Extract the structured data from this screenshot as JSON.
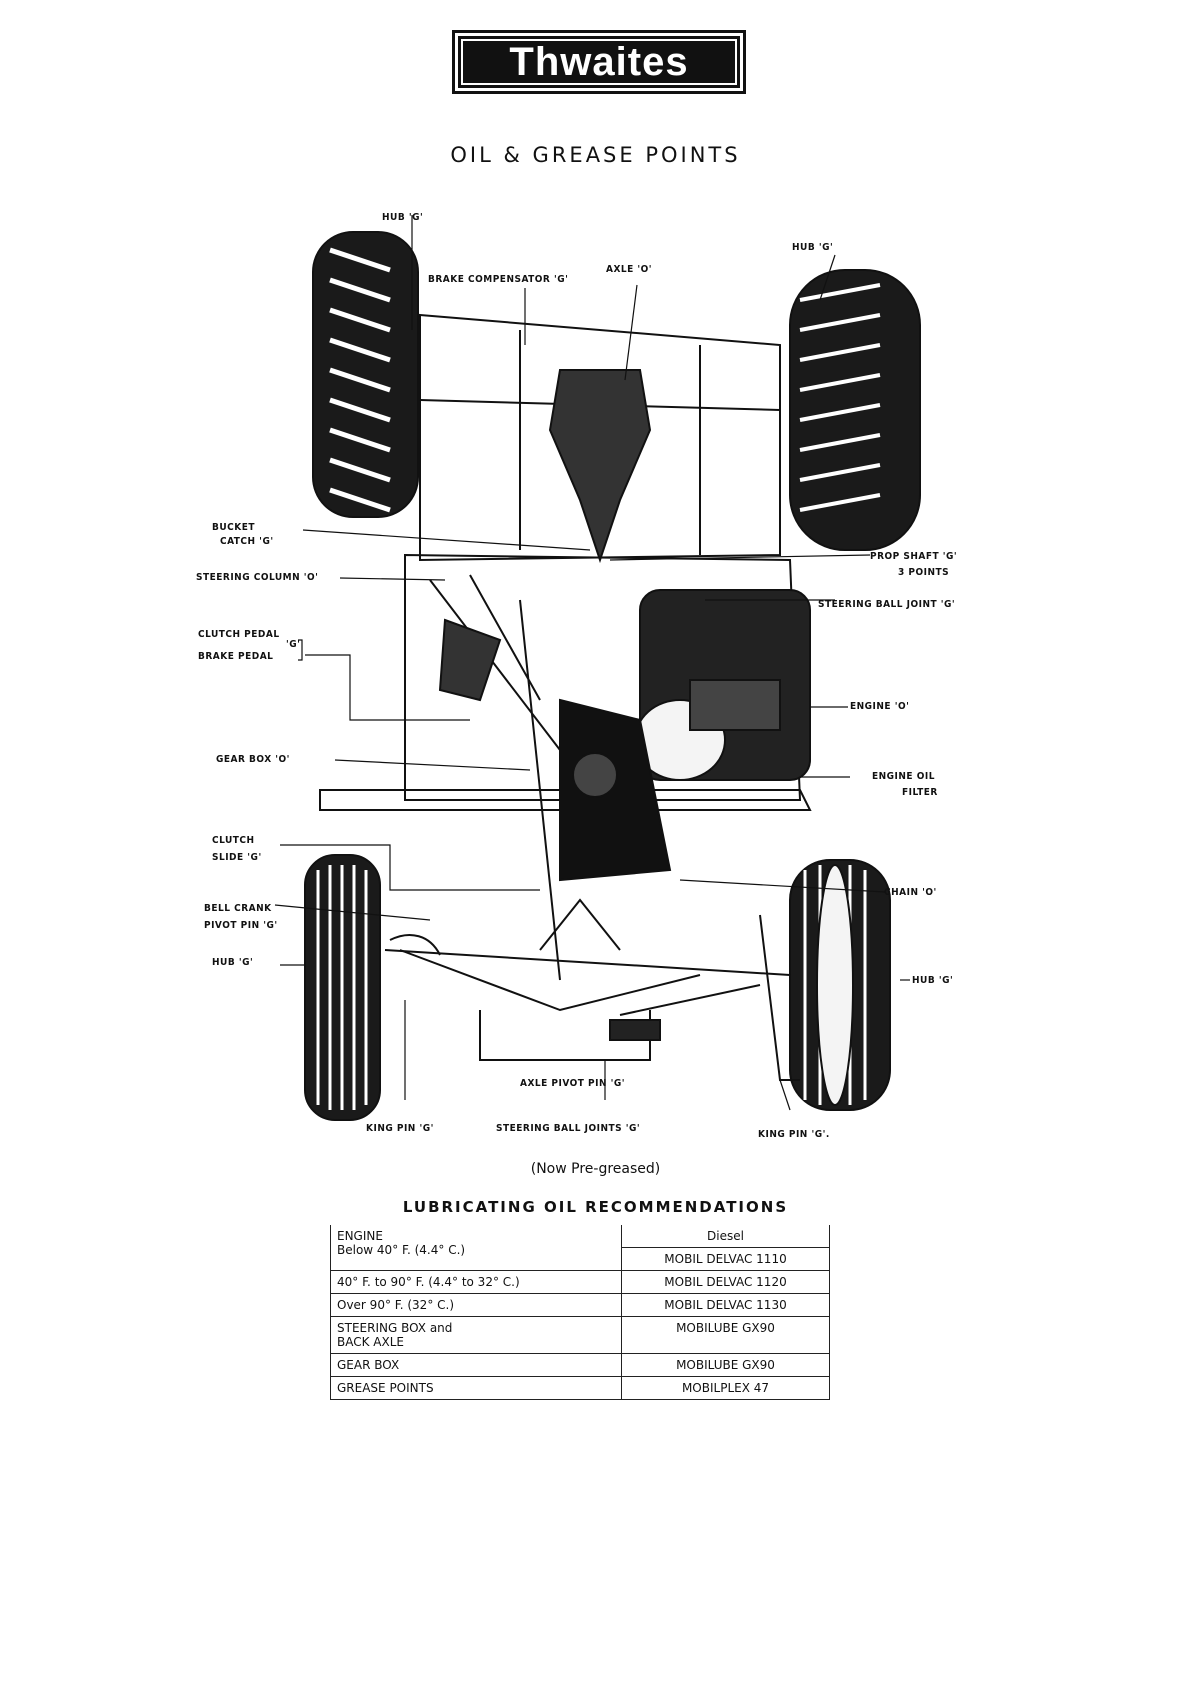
{
  "logo": {
    "text": "Thwaites"
  },
  "title": "OIL & GREASE POINTS",
  "labels": {
    "hub_top_left": "HUB 'G'",
    "brake_comp": "BRAKE COMPENSATOR 'G'",
    "axle": "AXLE 'O'",
    "hub_top_right": "HUB 'G'",
    "bucket_catch_1": "BUCKET",
    "bucket_catch_2": "CATCH 'G'",
    "steering_column": "STEERING COLUMN 'O'",
    "clutch_pedal": "CLUTCH PEDAL",
    "brake_pedal": "BRAKE PEDAL",
    "pedal_g": "'G'",
    "gear_box": "GEAR BOX 'O'",
    "clutch_slide_1": "CLUTCH",
    "clutch_slide_2": "SLIDE 'G'",
    "bell_crank_1": "BELL CRANK",
    "bell_crank_2": "PIVOT PIN 'G'",
    "hub_left": "HUB 'G'",
    "prop_shaft_1": "PROP SHAFT 'G'",
    "prop_shaft_2": "3 POINTS",
    "steering_ball_joint": "STEERING BALL JOINT 'G'",
    "engine": "ENGINE 'O'",
    "engine_oil_1": "ENGINE OIL",
    "engine_oil_2": "FILTER",
    "chain": "CHAIN 'O'",
    "hub_right": "HUB 'G'",
    "axle_pivot": "AXLE PIVOT PIN 'G'",
    "king_pin_left": "KING PIN 'G'",
    "steering_ball_joints": "STEERING BALL JOINTS 'G'",
    "king_pin_right": "KING PIN 'G'."
  },
  "note": "(Now Pre-greased)",
  "recommendations": {
    "title": "LUBRICATING OIL RECOMMENDATIONS",
    "header_right": "Diesel",
    "rows": [
      {
        "left": "ENGINE",
        "left2": "Below 40° F. (4.4° C.)",
        "right": "MOBIL DELVAC 1110"
      },
      {
        "left": "40° F. to 90° F. (4.4° to 32° C.)",
        "left2": "",
        "right": "MOBIL DELVAC 1120"
      },
      {
        "left": "Over 90° F. (32° C.)",
        "left2": "",
        "right": "MOBIL DELVAC 1130"
      },
      {
        "left": "STEERING BOX and",
        "left2": "BACK AXLE",
        "right": "MOBILUBE GX90"
      },
      {
        "left": "GEAR BOX",
        "left2": "",
        "right": "MOBILUBE GX90"
      },
      {
        "left": "GREASE POINTS",
        "left2": "",
        "right": "MOBILPLEX 47"
      }
    ]
  }
}
